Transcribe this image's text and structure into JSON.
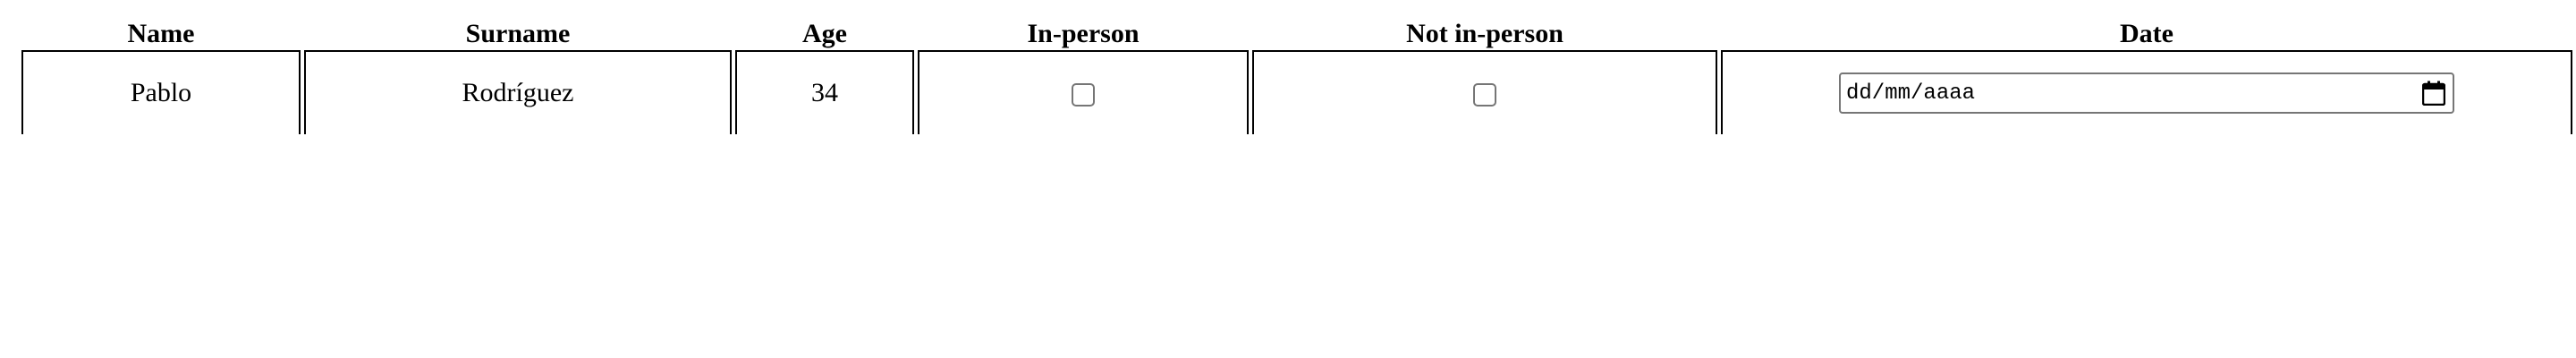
{
  "table": {
    "headers": {
      "name": "Name",
      "surname": "Surname",
      "age": "Age",
      "in_person": "In-person",
      "not_in_person": "Not in-person",
      "date": "Date"
    },
    "rows": [
      {
        "name": "Pablo",
        "surname": "Rodríguez",
        "age": "34",
        "in_person_checked": false,
        "not_in_person_checked": false,
        "date_value": "",
        "date_placeholder": "dd/mm/aaaa"
      }
    ]
  },
  "icons": {
    "date_picker": "calendar-icon"
  }
}
